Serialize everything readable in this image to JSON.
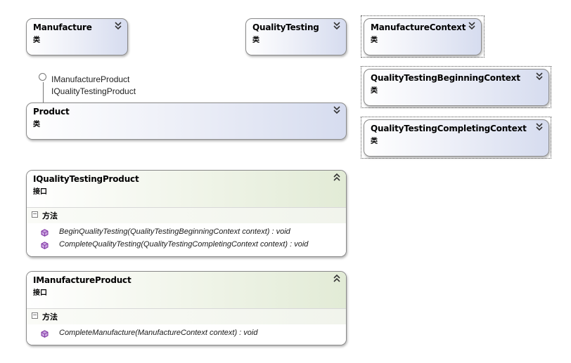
{
  "classes": {
    "manufacture": {
      "name": "Manufacture",
      "kind": "类"
    },
    "quality_testing": {
      "name": "QualityTesting",
      "kind": "类"
    },
    "manufacture_context": {
      "name": "ManufactureContext",
      "kind": "类"
    },
    "qt_beginning_context": {
      "name": "QualityTestingBeginningContext",
      "kind": "类"
    },
    "qt_completing_context": {
      "name": "QualityTestingCompletingContext",
      "kind": "类"
    },
    "product": {
      "name": "Product",
      "kind": "类",
      "implements": [
        "IManufactureProduct",
        "IQualityTestingProduct"
      ]
    }
  },
  "interfaces": {
    "iquality_testing_product": {
      "name": "IQualityTestingProduct",
      "kind": "接口",
      "section_label": "方法",
      "methods": [
        "BeginQualityTesting(QualityTestingBeginningContext context) : void",
        "CompleteQualityTesting(QualityTestingCompletingContext context) : void"
      ]
    },
    "imanufacture_product": {
      "name": "IManufactureProduct",
      "kind": "接口",
      "section_label": "方法",
      "methods": [
        "CompleteManufacture(ManufactureContext context) : void"
      ]
    }
  },
  "colors": {
    "class_gradient_end": "#d6dcef",
    "interface_gradient_end": "#e2ebd6",
    "method_icon": "#8a3fb0",
    "border": "#8a8a8a"
  },
  "icons": {
    "expand": "double-chevron-down-icon",
    "collapse": "double-chevron-up-icon",
    "section_toggle": "collapse-minus-icon",
    "method": "method-cube-icon",
    "interface_lollipop": "interface-lollipop-icon"
  }
}
